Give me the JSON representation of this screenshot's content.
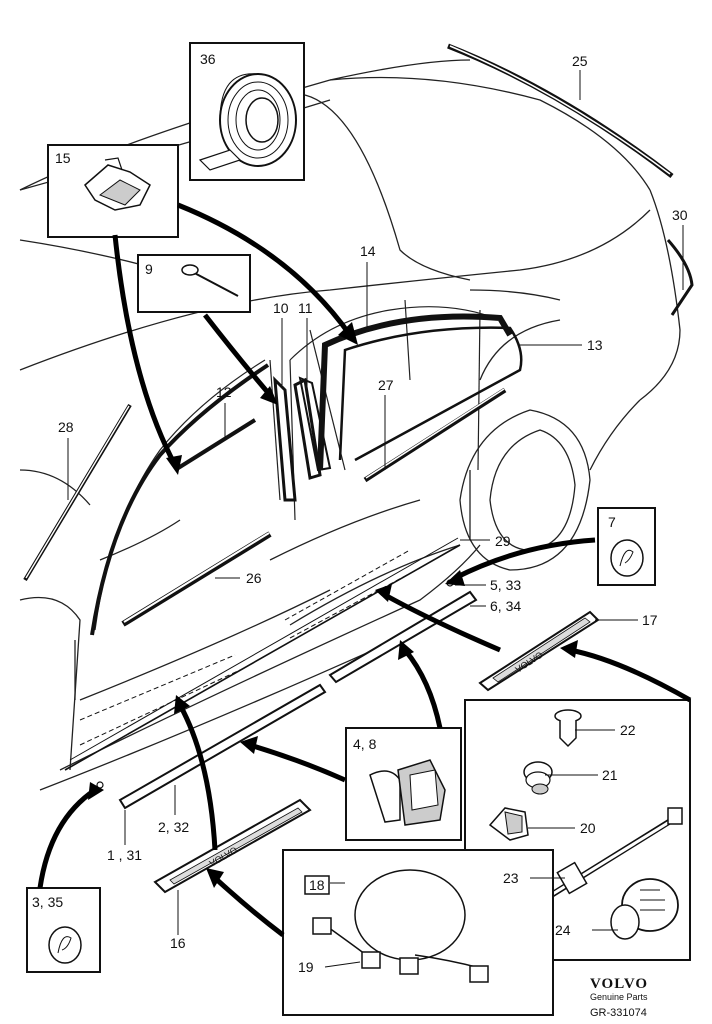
{
  "callouts": {
    "c36": "36",
    "c25": "25",
    "c15": "15",
    "c9": "9",
    "c30": "30",
    "c14": "14",
    "c10": "10",
    "c11": "11",
    "c13": "13",
    "c12": "12",
    "c27": "27",
    "c28": "28",
    "c7": "7",
    "c29": "29",
    "c26": "26",
    "c5_33": "5, 33",
    "c6_34": "6, 34",
    "c17": "17",
    "c22": "22",
    "c21": "21",
    "c4_8": "4, 8",
    "c20": "20",
    "c2_32": "2, 32",
    "c1_31": "1 , 31",
    "c23": "23",
    "c18": "18",
    "c3_35": "3, 35",
    "c24": "24",
    "c16": "16",
    "c19": "19"
  },
  "sill_text_upper": "VOLVO",
  "sill_text_lower": "VOLVO",
  "brand": {
    "name": "VOLVO",
    "tagline": "Genuine Parts",
    "reference": "GR-331074"
  }
}
